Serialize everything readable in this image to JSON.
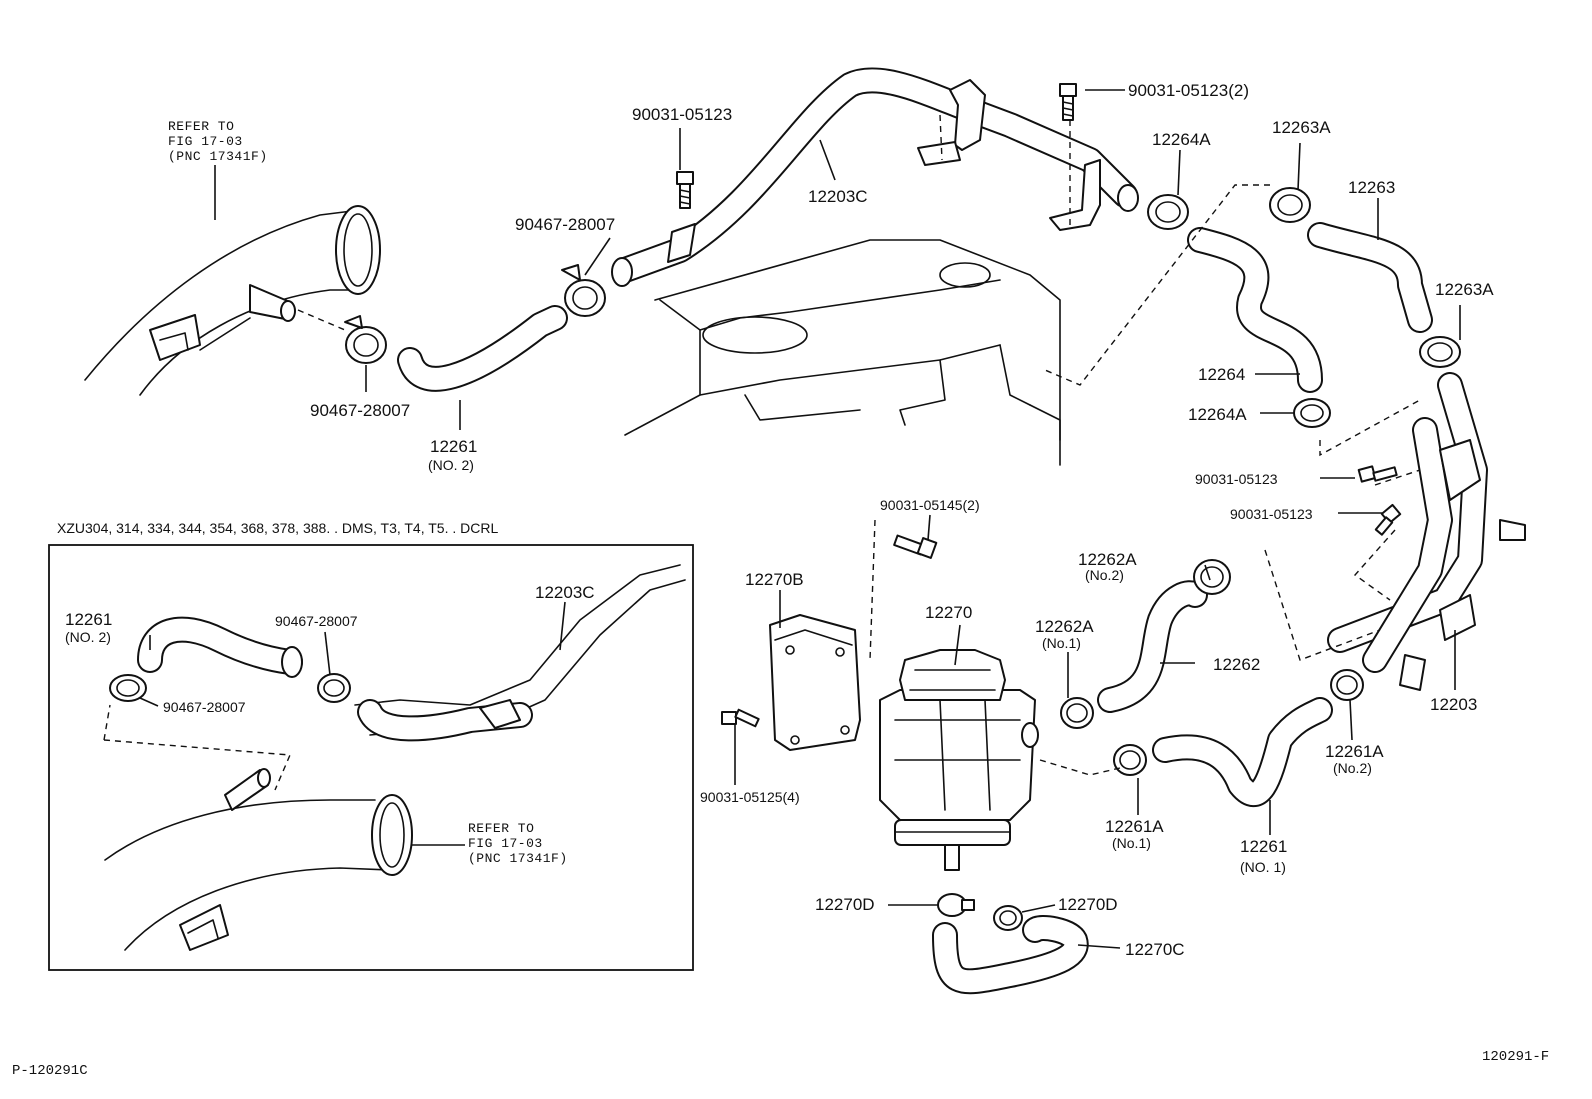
{
  "labels": {
    "refer_top": [
      "REFER TO",
      "FIG 17-03",
      "(PNC 17341F)"
    ],
    "p12203C_top": "12203C",
    "p90031_05123_a": "90031-05123",
    "p90031_05123_2": "90031-05123(2)",
    "p90467_28007_a": "90467-28007",
    "p90467_28007_b": "90467-28007",
    "p12261_no2": "12261",
    "p12261_no2_sub": "(NO. 2)",
    "p12264A_top": "12264A",
    "p12263A_top": "12263A",
    "p12263": "12263",
    "p12263A_right": "12263A",
    "p12264": "12264",
    "p12264A_mid": "12264A",
    "p90031_05123_b": "90031-05123",
    "p90031_05123_c": "90031-05123",
    "p12203": "12203",
    "p90031_05145": "90031-05145(2)",
    "p12270B": "12270B",
    "p12270": "12270",
    "p90031_05125": "90031-05125(4)",
    "p12262A_no2": "12262A",
    "p12262A_no2_sub": "(No.2)",
    "p12262A_no1": "12262A",
    "p12262A_no1_sub": "(No.1)",
    "p12262": "12262",
    "p12261A_no1": "12261A",
    "p12261A_no1_sub": "(No.1)",
    "p12261A_no2": "12261A",
    "p12261A_no2_sub": "(No.2)",
    "p12261_no1": "12261",
    "p12261_no1_sub": "(NO. 1)",
    "p12270D_left": "12270D",
    "p12270D_right": "12270D",
    "p12270C": "12270C"
  },
  "inset": {
    "header": "XZU304, 314, 334, 344, 354, 368, 378, 388. . DMS, T3, T4, T5. . DCRL",
    "p12261": "12261",
    "p12261_sub": "(NO. 2)",
    "p90467_28007_a": "90467-28007",
    "p90467_28007_b": "90467-28007",
    "p12203C": "12203C",
    "refer": [
      "REFER TO",
      "FIG 17-03",
      "(PNC 17341F)"
    ]
  },
  "footer": {
    "left_code": "P-120291C",
    "right_code": "120291-F"
  }
}
